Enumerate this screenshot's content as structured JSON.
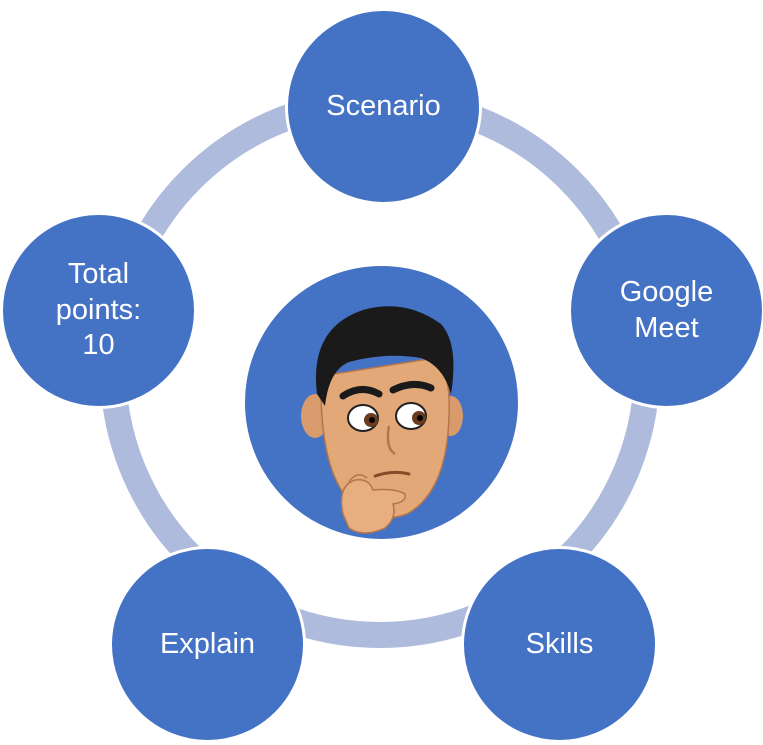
{
  "diagram": {
    "nodes": [
      {
        "id": "scenario",
        "label": "Scenario"
      },
      {
        "id": "google-meet",
        "label": "Google\nMeet"
      },
      {
        "id": "skills",
        "label": "Skills"
      },
      {
        "id": "explain",
        "label": "Explain"
      },
      {
        "id": "total-points",
        "label": "Total\npoints:\n10"
      }
    ],
    "center": {
      "icon": "thinking-face-icon"
    },
    "colors": {
      "node_fill": "#4472C4",
      "ring": "#AFBBDD",
      "text": "#FFFFFF"
    }
  }
}
